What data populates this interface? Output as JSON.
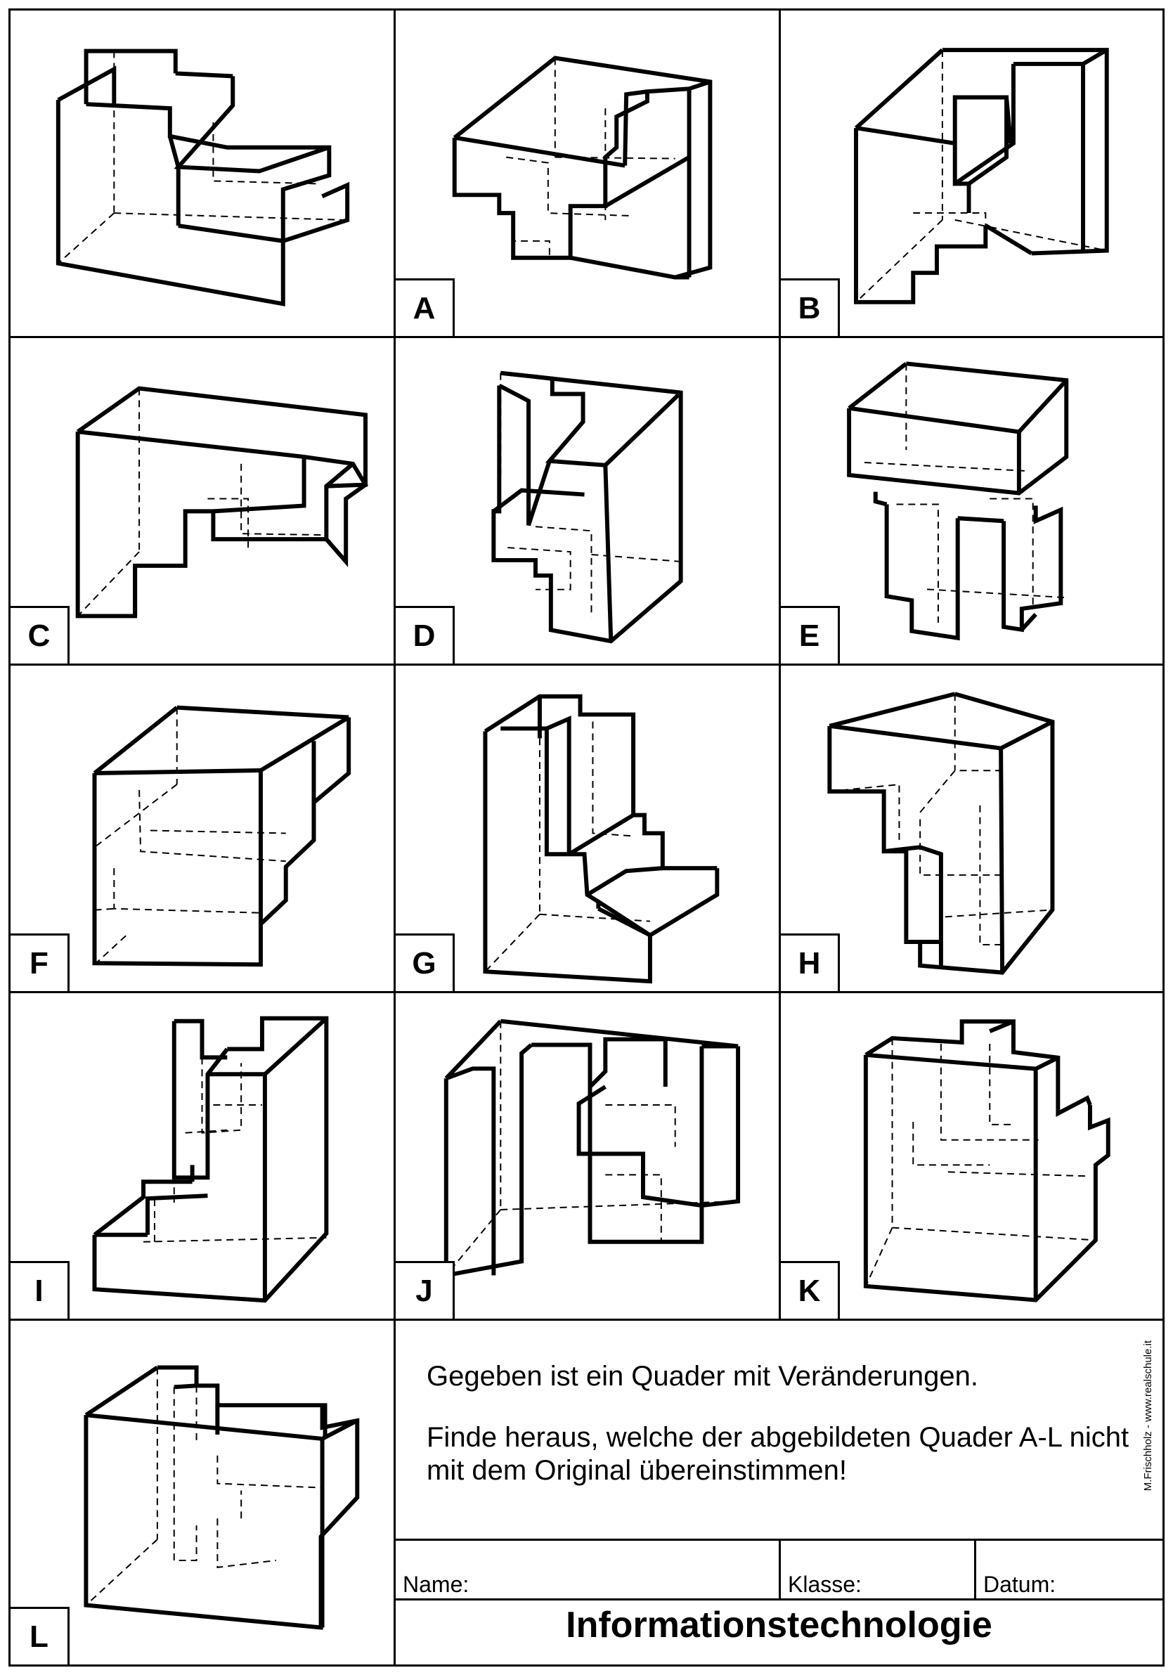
{
  "cells": [
    {
      "label": "",
      "icon": "original-cuboid-figure"
    },
    {
      "label": "A",
      "icon": "cuboid-figure-a"
    },
    {
      "label": "B",
      "icon": "cuboid-figure-b"
    },
    {
      "label": "C",
      "icon": "cuboid-figure-c"
    },
    {
      "label": "D",
      "icon": "cuboid-figure-d"
    },
    {
      "label": "E",
      "icon": "cuboid-figure-e"
    },
    {
      "label": "F",
      "icon": "cuboid-figure-f"
    },
    {
      "label": "G",
      "icon": "cuboid-figure-g"
    },
    {
      "label": "H",
      "icon": "cuboid-figure-h"
    },
    {
      "label": "I",
      "icon": "cuboid-figure-i"
    },
    {
      "label": "J",
      "icon": "cuboid-figure-j"
    },
    {
      "label": "K",
      "icon": "cuboid-figure-k"
    },
    {
      "label": "L",
      "icon": "cuboid-figure-l"
    }
  ],
  "task": {
    "line1": "Gegeben ist ein Quader mit Veränderungen.",
    "line2": "Finde heraus, welche der abgebildeten Quader A-L nicht mit dem Original übereinstimmen!"
  },
  "credit": "M.Frischholz - www.realschule.it",
  "form": {
    "name": "Name:",
    "class": "Klasse:",
    "date": "Datum:"
  },
  "subject": "Informationstechnologie"
}
